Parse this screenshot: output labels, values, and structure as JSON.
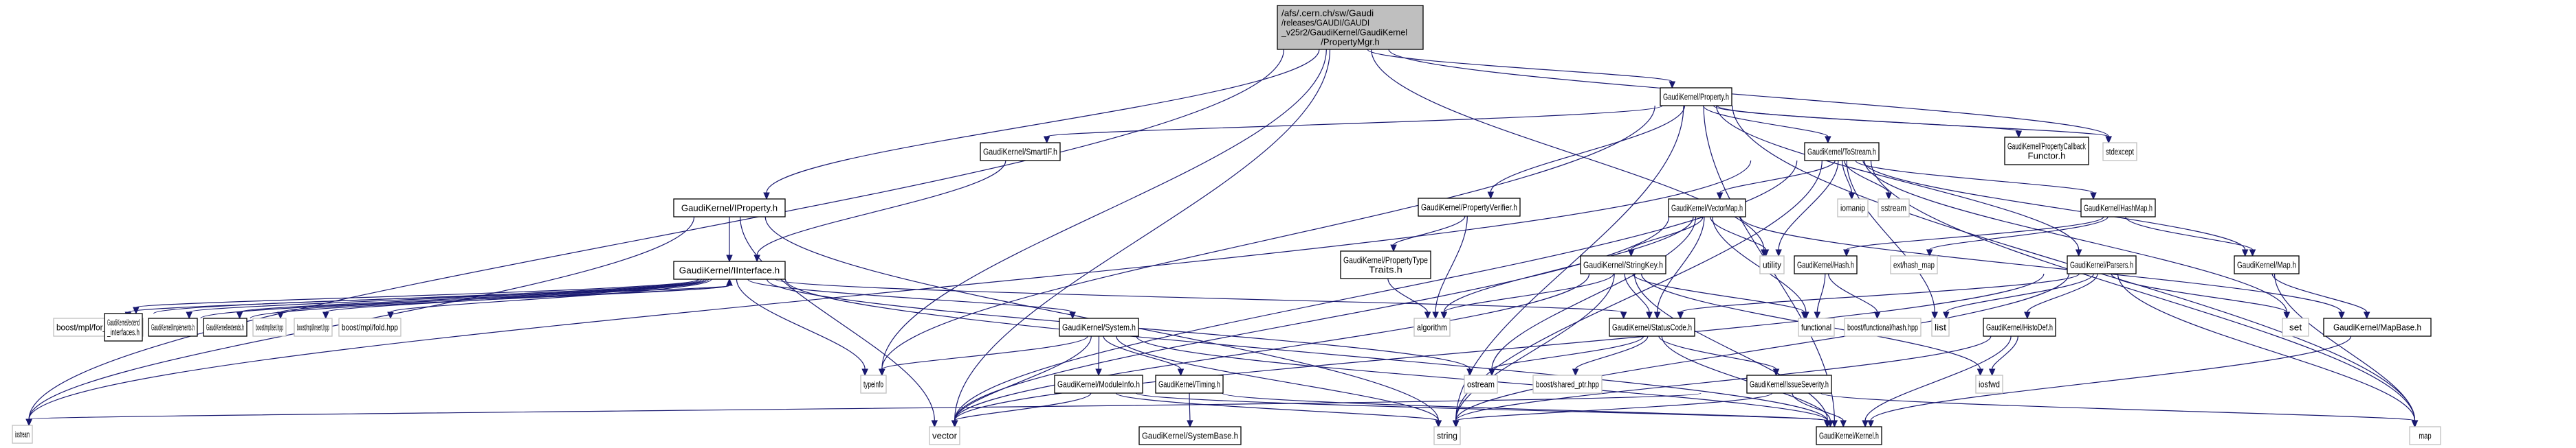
{
  "graph": {
    "title": "Include dependency graph for PropertyMgr.h",
    "root": "root",
    "colors": {
      "edge": "#191970",
      "root_fill": "#bfbfbf",
      "project_border": "#000000",
      "system_border": "#bfbfbf"
    },
    "nodes": [
      {
        "id": "root",
        "kind": "root",
        "lines": [
          "/afs/.cern.ch/sw/Gaudi",
          "/releases/GAUDI/GAUDI",
          "_v25r2/GaudiKernel/GaudiKernel",
          "/PropertyMgr.h"
        ]
      },
      {
        "id": "property",
        "kind": "project",
        "lines": [
          "GaudiKernel/Property.h"
        ]
      },
      {
        "id": "iproperty",
        "kind": "project",
        "lines": [
          "GaudiKernel/IProperty.h"
        ]
      },
      {
        "id": "smartif",
        "kind": "project",
        "lines": [
          "GaudiKernel/SmartIF.h"
        ]
      },
      {
        "id": "tostream",
        "kind": "project",
        "lines": [
          "GaudiKernel/ToStream.h"
        ]
      },
      {
        "id": "propcallback",
        "kind": "project",
        "lines": [
          "GaudiKernel/PropertyCallback",
          "Functor.h"
        ]
      },
      {
        "id": "stdexcept",
        "kind": "system",
        "lines": [
          "stdexcept"
        ]
      },
      {
        "id": "iinterface",
        "kind": "project",
        "lines": [
          "GaudiKernel/IInterface.h"
        ]
      },
      {
        "id": "propverifier",
        "kind": "project",
        "lines": [
          "GaudiKernel/PropertyVerifier.h"
        ]
      },
      {
        "id": "vectormap",
        "kind": "project",
        "lines": [
          "GaudiKernel/VectorMap.h"
        ]
      },
      {
        "id": "iomanip",
        "kind": "system",
        "lines": [
          "iomanip"
        ]
      },
      {
        "id": "sstream",
        "kind": "system",
        "lines": [
          "sstream"
        ]
      },
      {
        "id": "hashmap",
        "kind": "project",
        "lines": [
          "GaudiKernel/HashMap.h"
        ]
      },
      {
        "id": "proptypetraits",
        "kind": "project",
        "lines": [
          "GaudiKernel/PropertyType",
          "Traits.h"
        ]
      },
      {
        "id": "stringkey",
        "kind": "project",
        "lines": [
          "GaudiKernel/StringKey.h"
        ]
      },
      {
        "id": "utility",
        "kind": "system",
        "lines": [
          "utility"
        ]
      },
      {
        "id": "hash",
        "kind": "project",
        "lines": [
          "GaudiKernel/Hash.h"
        ]
      },
      {
        "id": "exthashmap",
        "kind": "system",
        "lines": [
          "ext/hash_map"
        ]
      },
      {
        "id": "parsers",
        "kind": "project",
        "lines": [
          "GaudiKernel/Parsers.h"
        ]
      },
      {
        "id": "map_h",
        "kind": "project",
        "lines": [
          "GaudiKernel/Map.h"
        ]
      },
      {
        "id": "foreach",
        "kind": "system",
        "lines": [
          "boost/mpl/for_each.hpp"
        ]
      },
      {
        "id": "extendif",
        "kind": "project",
        "lines": [
          "GaudiKernel/extend",
          "_interfaces.h"
        ]
      },
      {
        "id": "implements",
        "kind": "project",
        "lines": [
          "GaudiKernel/implements.h"
        ]
      },
      {
        "id": "extends",
        "kind": "project",
        "lines": [
          "GaudiKernel/extends.h"
        ]
      },
      {
        "id": "mplset",
        "kind": "system",
        "lines": [
          "boost/mpl/set.hpp"
        ]
      },
      {
        "id": "mplinsert",
        "kind": "system",
        "lines": [
          "boost/mpl/insert.hpp"
        ]
      },
      {
        "id": "mplfold",
        "kind": "system",
        "lines": [
          "boost/mpl/fold.hpp"
        ]
      },
      {
        "id": "system",
        "kind": "project",
        "lines": [
          "GaudiKernel/System.h"
        ]
      },
      {
        "id": "algorithm",
        "kind": "system",
        "lines": [
          "algorithm"
        ]
      },
      {
        "id": "statuscode",
        "kind": "project",
        "lines": [
          "GaudiKernel/StatusCode.h"
        ]
      },
      {
        "id": "functional",
        "kind": "system",
        "lines": [
          "functional"
        ]
      },
      {
        "id": "boosthash",
        "kind": "system",
        "lines": [
          "boost/functional/hash.hpp"
        ]
      },
      {
        "id": "list",
        "kind": "system",
        "lines": [
          "list"
        ]
      },
      {
        "id": "histodef",
        "kind": "project",
        "lines": [
          "GaudiKernel/HistoDef.h"
        ]
      },
      {
        "id": "set",
        "kind": "system",
        "lines": [
          "set"
        ]
      },
      {
        "id": "mapbase",
        "kind": "project",
        "lines": [
          "GaudiKernel/MapBase.h"
        ]
      },
      {
        "id": "typeinfo",
        "kind": "system",
        "lines": [
          "typeinfo"
        ]
      },
      {
        "id": "moduleinfo",
        "kind": "project",
        "lines": [
          "GaudiKernel/ModuleInfo.h"
        ]
      },
      {
        "id": "timing",
        "kind": "project",
        "lines": [
          "GaudiKernel/Timing.h"
        ]
      },
      {
        "id": "ostream",
        "kind": "system",
        "lines": [
          "ostream"
        ]
      },
      {
        "id": "sharedptr",
        "kind": "system",
        "lines": [
          "boost/shared_ptr.hpp"
        ]
      },
      {
        "id": "issueseverity",
        "kind": "project",
        "lines": [
          "GaudiKernel/IssueSeverity.h"
        ]
      },
      {
        "id": "iosfwd",
        "kind": "system",
        "lines": [
          "iosfwd"
        ]
      },
      {
        "id": "iostream",
        "kind": "system",
        "lines": [
          "iostream"
        ]
      },
      {
        "id": "vector",
        "kind": "system",
        "lines": [
          "vector"
        ]
      },
      {
        "id": "systembase",
        "kind": "project",
        "lines": [
          "GaudiKernel/SystemBase.h"
        ]
      },
      {
        "id": "string",
        "kind": "system",
        "lines": [
          "string"
        ]
      },
      {
        "id": "kernel",
        "kind": "project",
        "lines": [
          "GaudiKernel/Kernel.h"
        ]
      },
      {
        "id": "map",
        "kind": "system",
        "lines": [
          "map"
        ]
      }
    ],
    "edges": [
      [
        "root",
        "property"
      ],
      [
        "root",
        "iproperty"
      ],
      [
        "root",
        "iostream"
      ],
      [
        "root",
        "vector"
      ],
      [
        "root",
        "stdexcept"
      ],
      [
        "root",
        "utility"
      ],
      [
        "root",
        "typeinfo"
      ],
      [
        "property",
        "smartif"
      ],
      [
        "property",
        "tostream"
      ],
      [
        "property",
        "propcallback"
      ],
      [
        "property",
        "stdexcept"
      ],
      [
        "property",
        "propverifier"
      ],
      [
        "property",
        "string"
      ],
      [
        "property",
        "kernel"
      ],
      [
        "property",
        "parsers"
      ],
      [
        "property",
        "map"
      ],
      [
        "property",
        "typeinfo"
      ],
      [
        "smartif",
        "iinterface"
      ],
      [
        "iproperty",
        "iinterface"
      ],
      [
        "iproperty",
        "iostream"
      ],
      [
        "iproperty",
        "string"
      ],
      [
        "iproperty",
        "vector"
      ],
      [
        "tostream",
        "vectormap"
      ],
      [
        "tostream",
        "iomanip"
      ],
      [
        "tostream",
        "sstream"
      ],
      [
        "tostream",
        "hashmap"
      ],
      [
        "tostream",
        "map_h"
      ],
      [
        "tostream",
        "iostream"
      ],
      [
        "tostream",
        "vector"
      ],
      [
        "tostream",
        "list"
      ],
      [
        "tostream",
        "set"
      ],
      [
        "tostream",
        "map"
      ],
      [
        "tostream",
        "string"
      ],
      [
        "tostream",
        "utility"
      ],
      [
        "propverifier",
        "proptypetraits"
      ],
      [
        "propverifier",
        "algorithm"
      ],
      [
        "proptypetraits",
        "algorithm"
      ],
      [
        "vectormap",
        "stringkey"
      ],
      [
        "vectormap",
        "utility"
      ],
      [
        "vectormap",
        "algorithm"
      ],
      [
        "vectormap",
        "statuscode"
      ],
      [
        "vectormap",
        "functional"
      ],
      [
        "vectormap",
        "ostream"
      ],
      [
        "vectormap",
        "vector"
      ],
      [
        "vectormap",
        "mapbase"
      ],
      [
        "stringkey",
        "algorithm"
      ],
      [
        "stringkey",
        "statuscode"
      ],
      [
        "stringkey",
        "string"
      ],
      [
        "stringkey",
        "functional"
      ],
      [
        "stringkey",
        "kernel"
      ],
      [
        "stringkey",
        "iosfwd"
      ],
      [
        "stringkey",
        "vector"
      ],
      [
        "hashmap",
        "hash"
      ],
      [
        "hashmap",
        "exthashmap"
      ],
      [
        "hashmap",
        "map_h"
      ],
      [
        "hash",
        "functional"
      ],
      [
        "hash",
        "boosthash"
      ],
      [
        "map_h",
        "mapbase"
      ],
      [
        "map_h",
        "map"
      ],
      [
        "mapbase",
        "kernel"
      ],
      [
        "parsers",
        "statuscode"
      ],
      [
        "parsers",
        "list"
      ],
      [
        "parsers",
        "set"
      ],
      [
        "parsers",
        "map"
      ],
      [
        "parsers",
        "histodef"
      ],
      [
        "parsers",
        "string"
      ],
      [
        "parsers",
        "vector"
      ],
      [
        "histodef",
        "iosfwd"
      ],
      [
        "histodef",
        "string"
      ],
      [
        "histodef",
        "kernel"
      ],
      [
        "iinterface",
        "foreach"
      ],
      [
        "iinterface",
        "extendif"
      ],
      [
        "iinterface",
        "implements"
      ],
      [
        "iinterface",
        "extends"
      ],
      [
        "iinterface",
        "mplset"
      ],
      [
        "iinterface",
        "mplinsert"
      ],
      [
        "iinterface",
        "mplfold"
      ],
      [
        "iinterface",
        "system"
      ],
      [
        "iinterface",
        "statuscode"
      ],
      [
        "iinterface",
        "kernel"
      ],
      [
        "iinterface",
        "typeinfo"
      ],
      [
        "iinterface",
        "ostream"
      ],
      [
        "extendif",
        "iinterface"
      ],
      [
        "implements",
        "iinterface"
      ],
      [
        "extends",
        "iinterface"
      ],
      [
        "system",
        "moduleinfo"
      ],
      [
        "system",
        "timing"
      ],
      [
        "system",
        "typeinfo"
      ],
      [
        "system",
        "vector"
      ],
      [
        "system",
        "string"
      ],
      [
        "system",
        "kernel"
      ],
      [
        "moduleinfo",
        "vector"
      ],
      [
        "moduleinfo",
        "string"
      ],
      [
        "moduleinfo",
        "kernel"
      ],
      [
        "timing",
        "systembase"
      ],
      [
        "timing",
        "kernel"
      ],
      [
        "statuscode",
        "ostream"
      ],
      [
        "statuscode",
        "sharedptr"
      ],
      [
        "statuscode",
        "issueseverity"
      ],
      [
        "statuscode",
        "kernel"
      ],
      [
        "issueseverity",
        "kernel"
      ],
      [
        "issueseverity",
        "map"
      ],
      [
        "issueseverity",
        "string"
      ],
      [
        "issueseverity",
        "iostream"
      ]
    ]
  }
}
